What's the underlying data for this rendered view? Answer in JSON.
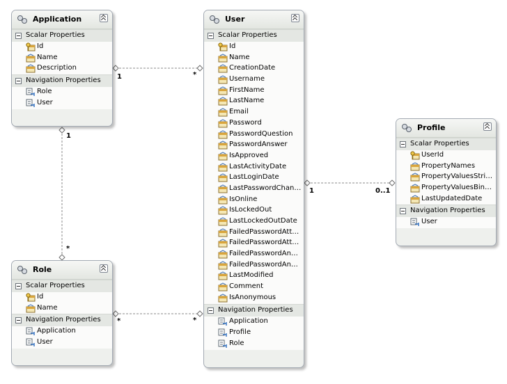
{
  "entities": {
    "application": {
      "title": "Application",
      "scalar_header": "Scalar Properties",
      "scalar": [
        "Id",
        "Name",
        "Description"
      ],
      "nav_header": "Navigation Properties",
      "nav": [
        "Role",
        "User"
      ]
    },
    "role": {
      "title": "Role",
      "scalar_header": "Scalar Properties",
      "scalar": [
        "Id",
        "Name"
      ],
      "nav_header": "Navigation Properties",
      "nav": [
        "Application",
        "User"
      ]
    },
    "user": {
      "title": "User",
      "scalar_header": "Scalar Properties",
      "scalar": [
        "Id",
        "Name",
        "CreationDate",
        "Username",
        "FirstName",
        "LastName",
        "Email",
        "Password",
        "PasswordQuestion",
        "PasswordAnswer",
        "IsApproved",
        "LastActivityDate",
        "LastLoginDate",
        "LastPasswordChan…",
        "IsOnline",
        "IsLockedOut",
        "LastLockedOutDate",
        "FailedPasswordAtt…",
        "FailedPasswordAtt…",
        "FailedPasswordAn…",
        "FailedPasswordAn…",
        "LastModified",
        "Comment",
        "IsAnonymous"
      ],
      "nav_header": "Navigation Properties",
      "nav": [
        "Application",
        "Profile",
        "Role"
      ]
    },
    "profile": {
      "title": "Profile",
      "scalar_header": "Scalar Properties",
      "scalar": [
        "UserId",
        "PropertyNames",
        "PropertyValuesStri…",
        "PropertyValuesBin…",
        "LastUpdatedDate"
      ],
      "nav_header": "Navigation Properties",
      "nav": [
        "User"
      ]
    }
  },
  "associations": {
    "app_user": {
      "from": "1",
      "to": "*"
    },
    "app_role": {
      "from": "1",
      "to": "*"
    },
    "role_user": {
      "from": "*",
      "to": "*"
    },
    "user_profile": {
      "from": "1",
      "to": "0..1"
    }
  },
  "icons": {
    "entity": "entity-icon",
    "key": "key-property-icon",
    "property": "scalar-property-icon",
    "navigation": "navigation-property-icon",
    "collapse": "collapse-icon"
  },
  "colors": {
    "entity_background": "#eef0ed",
    "entity_border": "#a3aab3",
    "connector": "#888888"
  }
}
